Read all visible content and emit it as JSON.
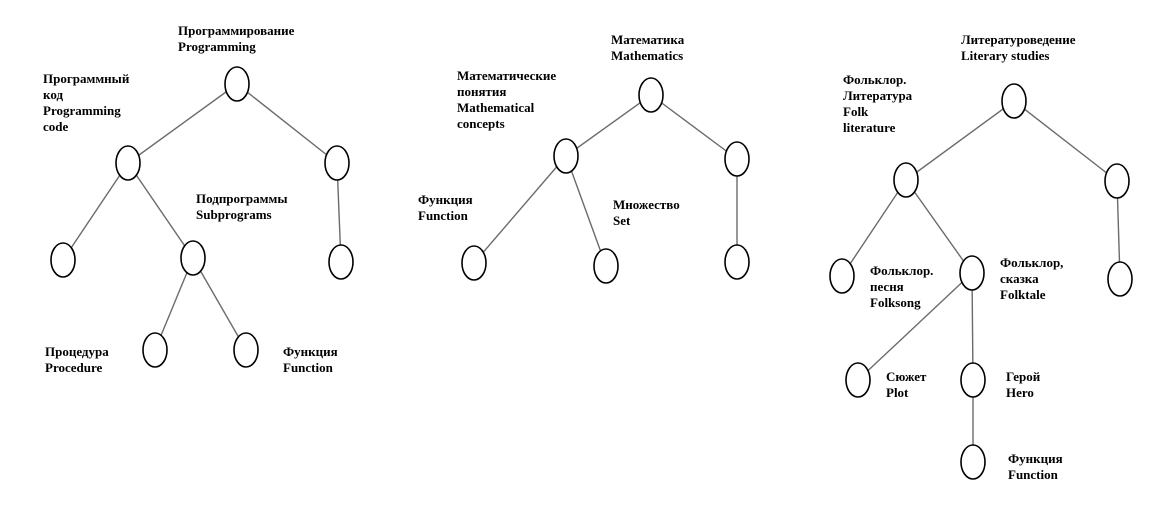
{
  "trees": [
    {
      "labels": {
        "root": [
          "Программирование",
          "Programming"
        ],
        "left_child": [
          "Программный",
          "код",
          "Programming",
          "code"
        ],
        "left_right_child": [
          "Подпрограммы",
          "Subprograms"
        ],
        "leaf_procedure": [
          "Процедура",
          "Procedure"
        ],
        "leaf_function": [
          "Функция",
          "Function"
        ]
      }
    },
    {
      "labels": {
        "root": [
          "Математика",
          "Mathematics"
        ],
        "left_child": [
          "Математические",
          "понятия",
          "Mathematical",
          "concepts"
        ],
        "leaf_function": [
          "Функция",
          "Function"
        ],
        "leaf_set": [
          "Множество",
          "Set"
        ]
      }
    },
    {
      "labels": {
        "root": [
          "Литературоведение",
          "Literary studies"
        ],
        "left_child": [
          "Фольклор.",
          "Литература",
          "Folk",
          "literature"
        ],
        "leaf_folksong": [
          "Фольклор.",
          "песня",
          "Folksong"
        ],
        "folktale": [
          "Фольклор,",
          "сказка",
          "Folktale"
        ],
        "leaf_plot": [
          "Сюжет",
          "Plot"
        ],
        "hero": [
          "Герой",
          "Hero"
        ],
        "leaf_function": [
          "Функция",
          "Function"
        ]
      }
    }
  ]
}
